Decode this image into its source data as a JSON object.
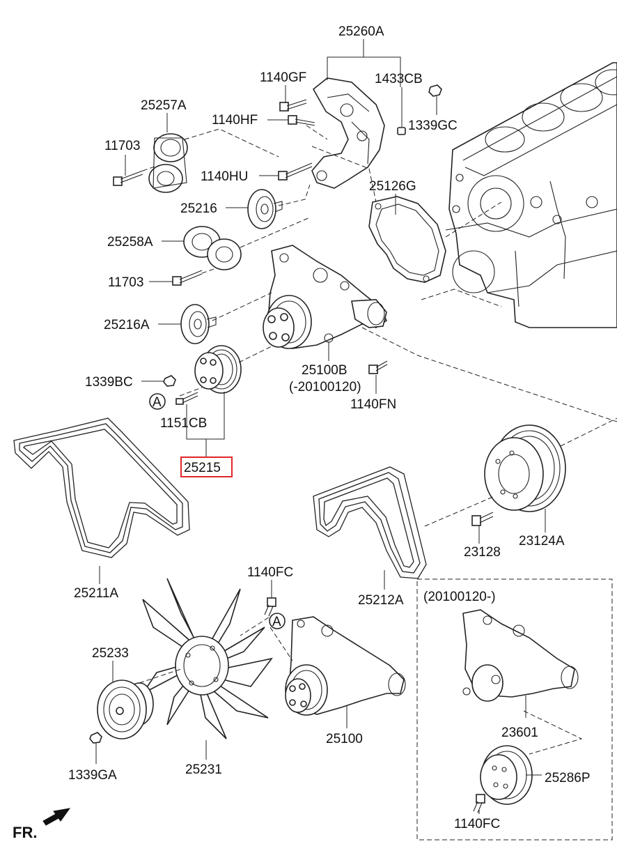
{
  "labels": {
    "l25260A": "25260A",
    "l1140GF": "1140GF",
    "l1433CB": "1433CB",
    "l25257A": "25257A",
    "l1140HF": "1140HF",
    "l1339GC": "1339GC",
    "l11703_top": "11703",
    "l1140HU": "1140HU",
    "l25126G": "25126G",
    "l25216": "25216",
    "l25258A": "25258A",
    "l11703_mid": "11703",
    "l25216A": "25216A",
    "l25100B": "25100B",
    "l25100B_note": "(-20100120)",
    "l1339BC": "1339BC",
    "l1140FN": "1140FN",
    "lA1": "A",
    "l1151CB": "1151CB",
    "l25215": "25215",
    "l23128": "23128",
    "l23124A": "23124A",
    "l25211A": "25211A",
    "l25212A": "25212A",
    "l1140FC_top": "1140FC",
    "lA2": "A",
    "l20100120": "(20100120-)",
    "l25233": "25233",
    "l25100": "25100",
    "l23601": "23601",
    "l1339GA": "1339GA",
    "l25231": "25231",
    "l25286P": "25286P",
    "l1140FC_bot": "1140FC",
    "lFR": "FR."
  },
  "highlight": {
    "part": "25215",
    "color": "#e0262a"
  }
}
